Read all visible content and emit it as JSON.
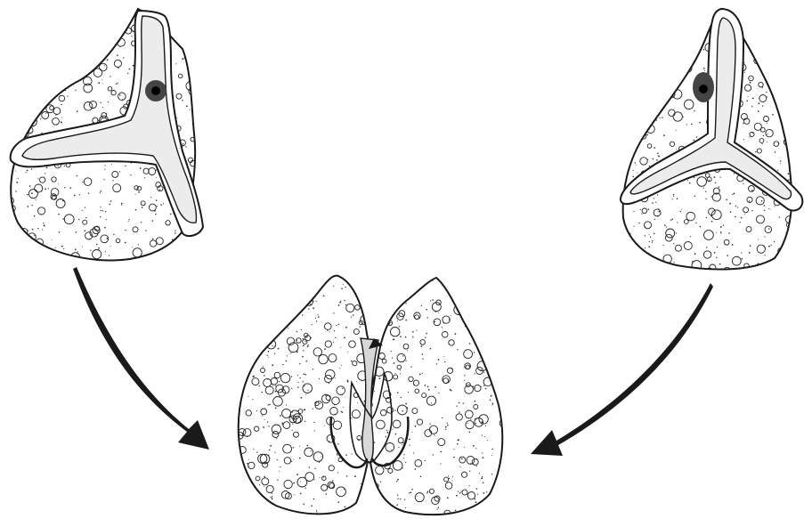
{
  "figure": {
    "ink_color": "#1a1a1a",
    "paper_color": "#ffffff",
    "elements": {
      "left_spore": "pollen-grain-trilete-left",
      "right_spore": "pollen-grain-trilete-right",
      "fused_structure": "fused-bilobed-body",
      "left_arrow": "curved-arrow-right",
      "right_arrow": "curved-arrow-left"
    }
  }
}
